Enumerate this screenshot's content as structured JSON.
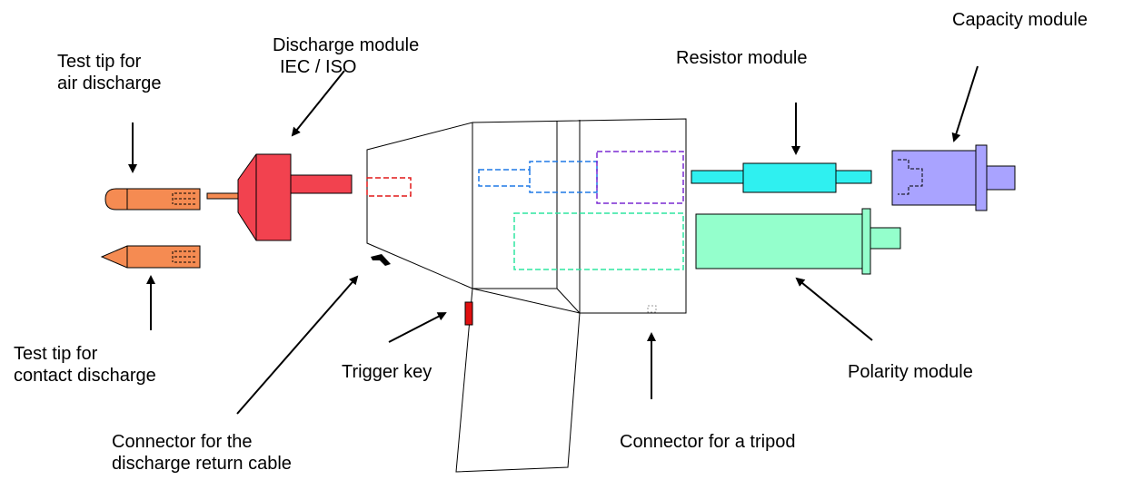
{
  "labels": {
    "test_tip_air": [
      "Test tip for",
      "air discharge"
    ],
    "discharge_module": [
      "Discharge module",
      "IEC / ISO"
    ],
    "resistor_module": "Resistor module",
    "capacity_module": "Capacity module",
    "test_tip_contact": [
      "Test tip for",
      "contact discharge"
    ],
    "trigger_key": "Trigger key",
    "polarity_module": "Polarity module",
    "connector_return_cable": [
      "Connector for the",
      "discharge return cable"
    ],
    "connector_tripod": "Connector for a tripod"
  },
  "colors": {
    "test_tip": "#f58b52",
    "discharge_module": "#f2424f",
    "resistor_module": "#2ff0f0",
    "capacity_module": "#a9a3ff",
    "polarity_module": "#94ffcc",
    "trigger_key": "#e01010",
    "internal_dash_blue": "#1e78e6",
    "internal_dash_purple": "#7a2ad2",
    "internal_dash_green": "#2ee6a0",
    "internal_dash_red": "#e01818"
  }
}
